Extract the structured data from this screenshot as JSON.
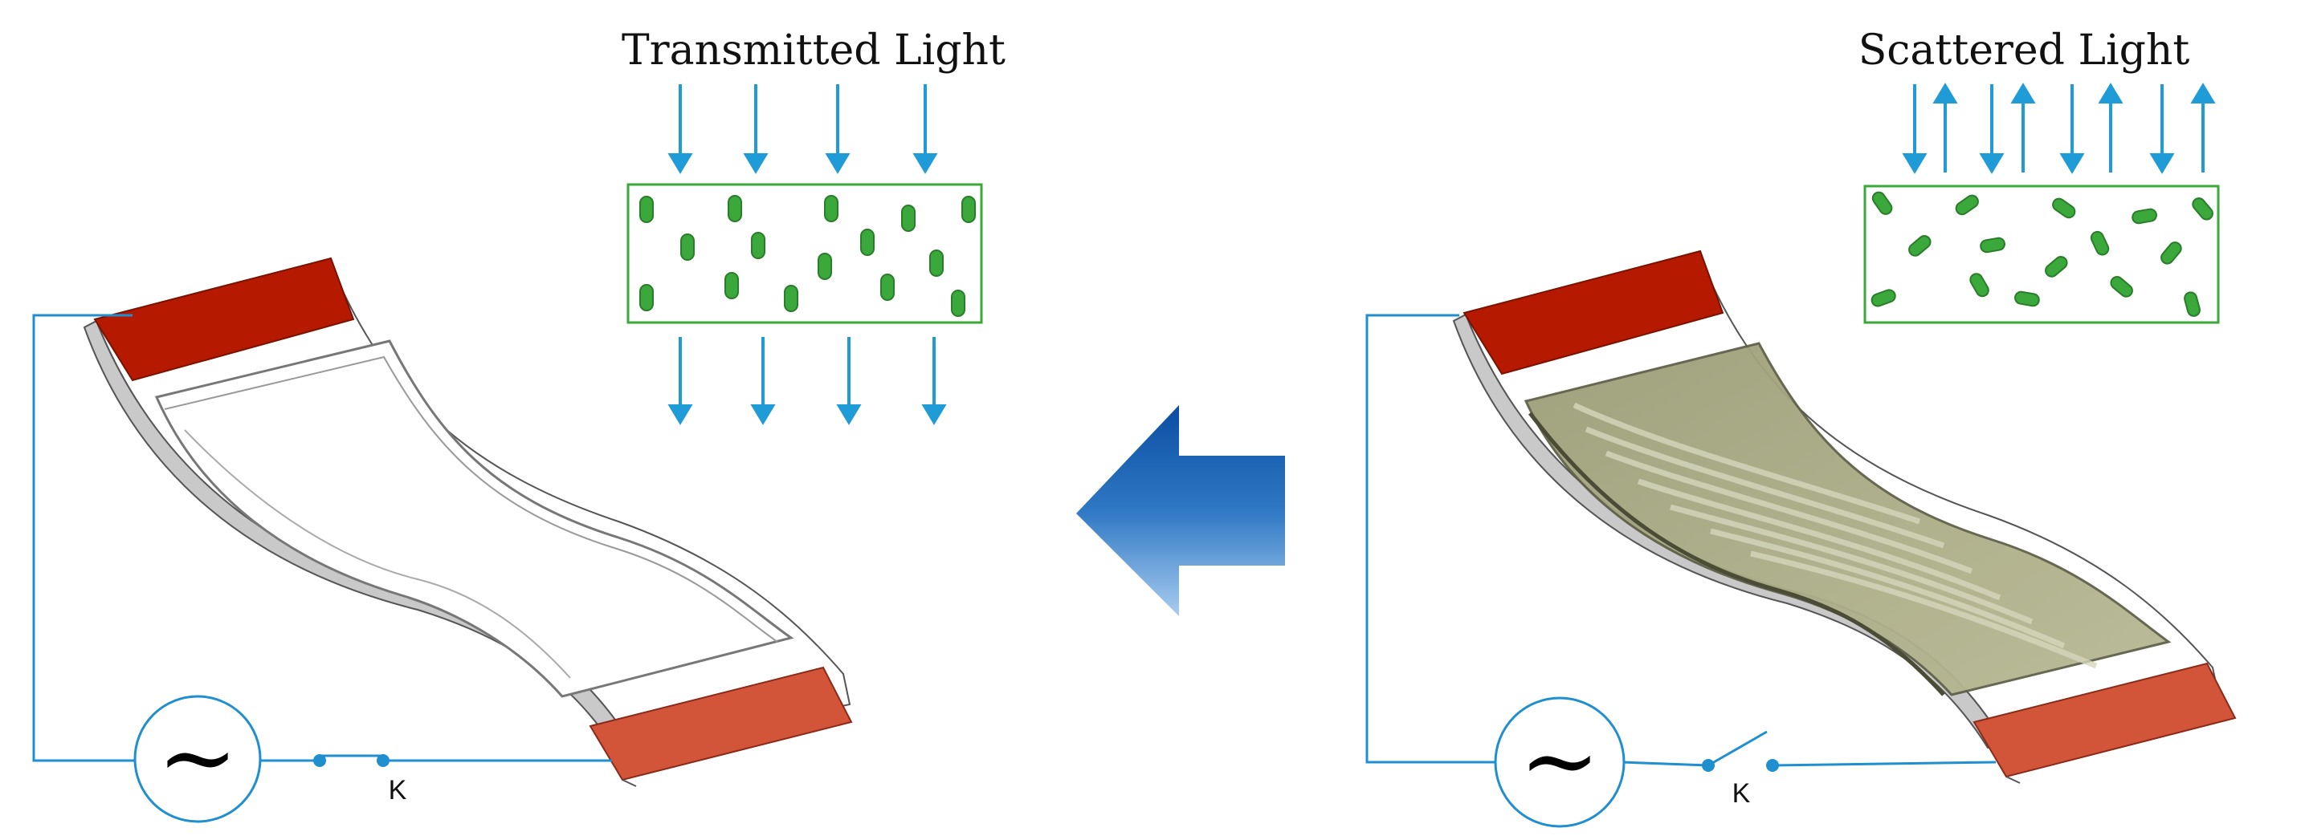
{
  "left_panel": {
    "label": "Transmitted Light",
    "switch_label": "K",
    "source_symbol": "~",
    "switch_state": "closed"
  },
  "right_panel": {
    "label": "Scattered Light",
    "switch_label": "K",
    "source_symbol": "~",
    "switch_state": "open"
  },
  "colors": {
    "arrow": "#1f9bd7",
    "wire": "#1f8fd0",
    "molecule": "#3aa83a",
    "molecule_edge": "#2a7d2a",
    "box_border": "#3aa83a",
    "electrode_top": "#b51a00",
    "electrode_bottom": "#d2553a",
    "film_tint": "#a6a884",
    "big_arrow_dark": "#0b4ea2",
    "big_arrow_light": "#8fbde6"
  },
  "icons": {
    "direction_arrow": "left-arrow-icon",
    "ac_source": "ac-source-icon",
    "switch": "switch-icon"
  }
}
